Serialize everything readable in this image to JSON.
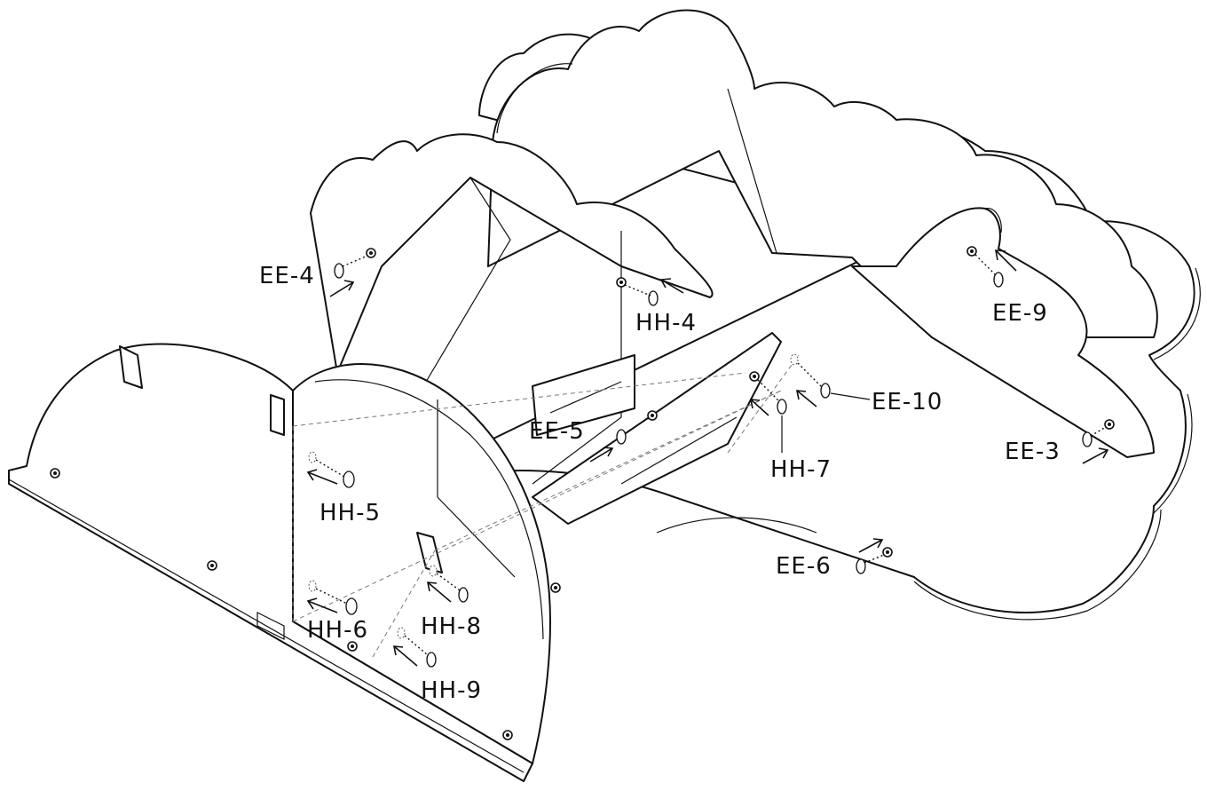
{
  "labels": {
    "ee4": "EE-4",
    "ee5": "EE-5",
    "ee6": "EE-6",
    "ee3": "EE-3",
    "ee9": "EE-9",
    "ee10": "EE-10",
    "hh4": "HH-4",
    "hh5": "HH-5",
    "hh6": "HH-6",
    "hh7": "HH-7",
    "hh8": "HH-8",
    "hh9": "HH-9"
  },
  "colors": {
    "line": "#111111",
    "background": "#ffffff",
    "dashed_guide": "#777777"
  }
}
